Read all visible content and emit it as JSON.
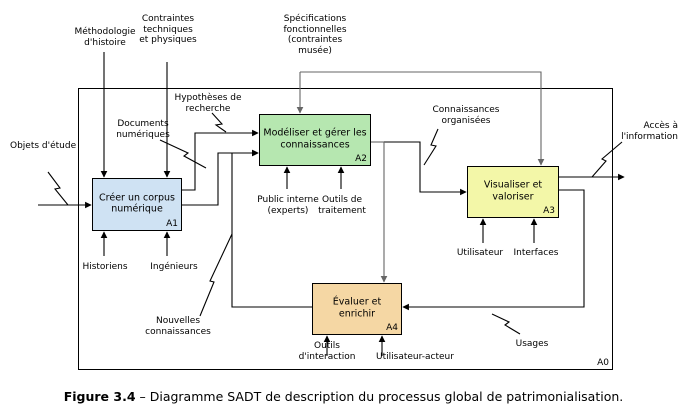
{
  "frame": {
    "id": "A0"
  },
  "boxes": [
    {
      "key": "a1",
      "title": "Créer un corpus\nnumérique",
      "id": "A1",
      "color": "#cfe2f3"
    },
    {
      "key": "a2",
      "title": "Modéliser et gérer les\nconnaissances",
      "id": "A2",
      "color": "#b6e7b0"
    },
    {
      "key": "a3",
      "title": "Visualiser et\nvaloriser",
      "id": "A3",
      "color": "#f3f7a8"
    },
    {
      "key": "a4",
      "title": "Évaluer et\nenrichir",
      "id": "A4",
      "color": "#f5d7a4"
    }
  ],
  "labels": {
    "methodologie": "Méthodologie\nd'histoire",
    "contraintes": "Contraintes\ntechniques\net physiques",
    "specifications": "Spécifications\nfonctionnelles\n(contraintes\nmusée)",
    "objets": "Objets d'étude",
    "hypotheses": "Hypothèses de\nrecherche",
    "documents": "Documents\nnumériques",
    "connaissances_org": "Connaissances\norganisées",
    "acces": "Accès à\nl'information",
    "public": "Public interne\n(experts)",
    "outils_traitement": "Outils de\ntraitement",
    "historiens": "Historiens",
    "ingenieurs": "Ingénieurs",
    "utilisateur": "Utilisateur",
    "interfaces": "Interfaces",
    "nouvelles": "Nouvelles\nconnaissances",
    "usages": "Usages",
    "outils_interaction": "Outils\nd'interaction",
    "utilisateur_acteur": "Utilisateur-acteur"
  },
  "caption": {
    "number": "Figure 3.4",
    "text": " – Diagramme SADT de description du processus global de patrimonialisation."
  }
}
